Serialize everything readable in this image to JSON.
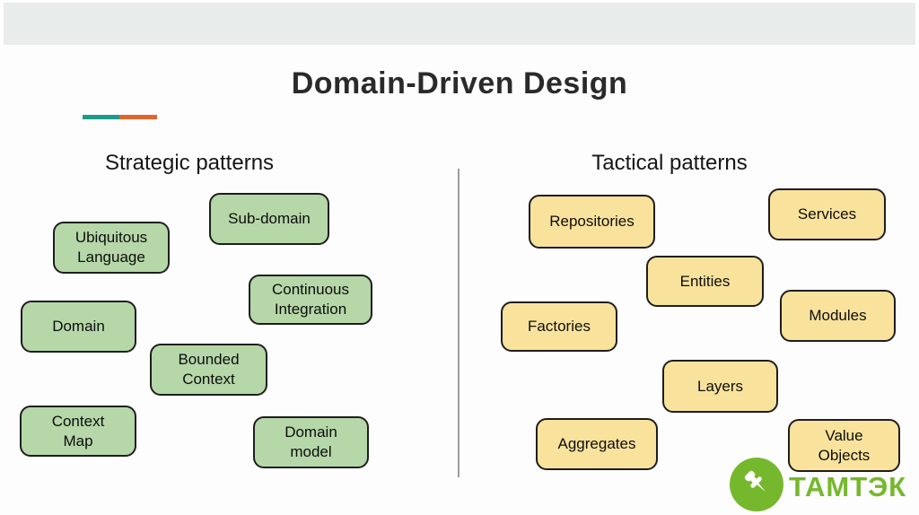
{
  "slide": {
    "title": "Domain-Driven Design"
  },
  "strategic": {
    "heading": "Strategic patterns",
    "boxes": [
      {
        "label": "Sub-domain"
      },
      {
        "label": "Ubiquitous\nLanguage"
      },
      {
        "label": "Continuous\nIntegration"
      },
      {
        "label": "Domain"
      },
      {
        "label": "Bounded\nContext"
      },
      {
        "label": "Context\nMap"
      },
      {
        "label": "Domain\nmodel"
      }
    ]
  },
  "tactical": {
    "heading": "Tactical patterns",
    "boxes": [
      {
        "label": "Repositories"
      },
      {
        "label": "Services"
      },
      {
        "label": "Entities"
      },
      {
        "label": "Factories"
      },
      {
        "label": "Modules"
      },
      {
        "label": "Layers"
      },
      {
        "label": "Aggregates"
      },
      {
        "label": "Value\nObjects"
      }
    ]
  },
  "logo": {
    "text": "ТАМТЭК",
    "icon": "pushpin-icon"
  },
  "colors": {
    "strategic_box_fill": "#b6d7a8",
    "tactical_box_fill": "#f9e29c",
    "box_border": "#1e1e1e",
    "accent_teal": "#1e9a8a",
    "accent_orange": "#e0662b",
    "topbar_gray": "#e8eceb",
    "logo_green": "#76b82d",
    "divider_gray": "#9c9c9c"
  }
}
